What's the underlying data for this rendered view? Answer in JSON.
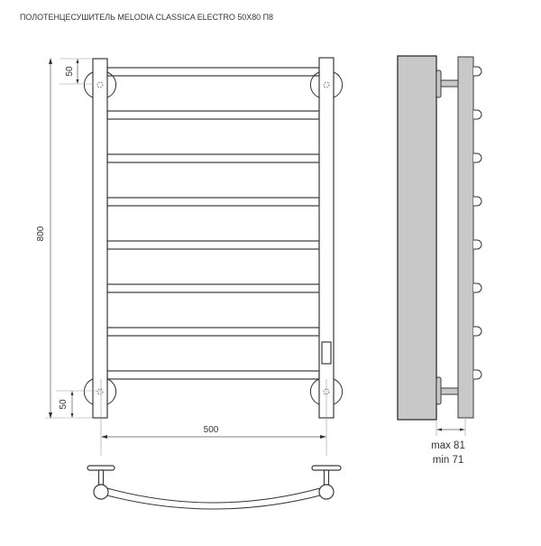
{
  "title": "ПОЛОТЕНЦЕСУШИТЕЛЬ MELODIA CLASSICA ELECTRO 50X80 П8",
  "front_view": {
    "height_label": "800",
    "width_label": "500",
    "top_offset_label": "50",
    "bottom_offset_label": "50",
    "rung_count": 8
  },
  "side_view": {
    "depth_max_label": "max 81",
    "depth_min_label": "min 71"
  },
  "colors": {
    "line": "#333333",
    "wall_fill": "#c8c8c8",
    "background": "#ffffff"
  }
}
